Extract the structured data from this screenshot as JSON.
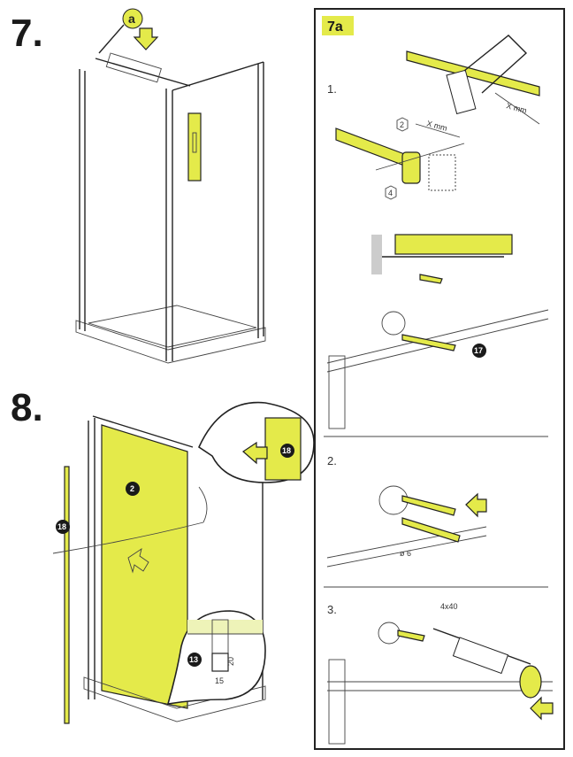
{
  "steps": {
    "step7": "7.",
    "step7_callout": "a",
    "step8": "8.",
    "panel_title": "7a",
    "sub1": "1.",
    "sub2": "2.",
    "sub3": "3."
  },
  "labels": {
    "x_mm_saw": "X mm",
    "x_mm_connector": "X mm",
    "part2": "2",
    "part4": "4",
    "part17": "17",
    "drill": "ø 6",
    "screw": "4x40",
    "door_part": "2",
    "profile_part": "18",
    "profile_part_detail": "18",
    "seal_part": "13",
    "dim_height": "20",
    "dim_width": "15"
  },
  "colors": {
    "accent": "#e4ea4a",
    "ink": "#1a1a1a"
  }
}
